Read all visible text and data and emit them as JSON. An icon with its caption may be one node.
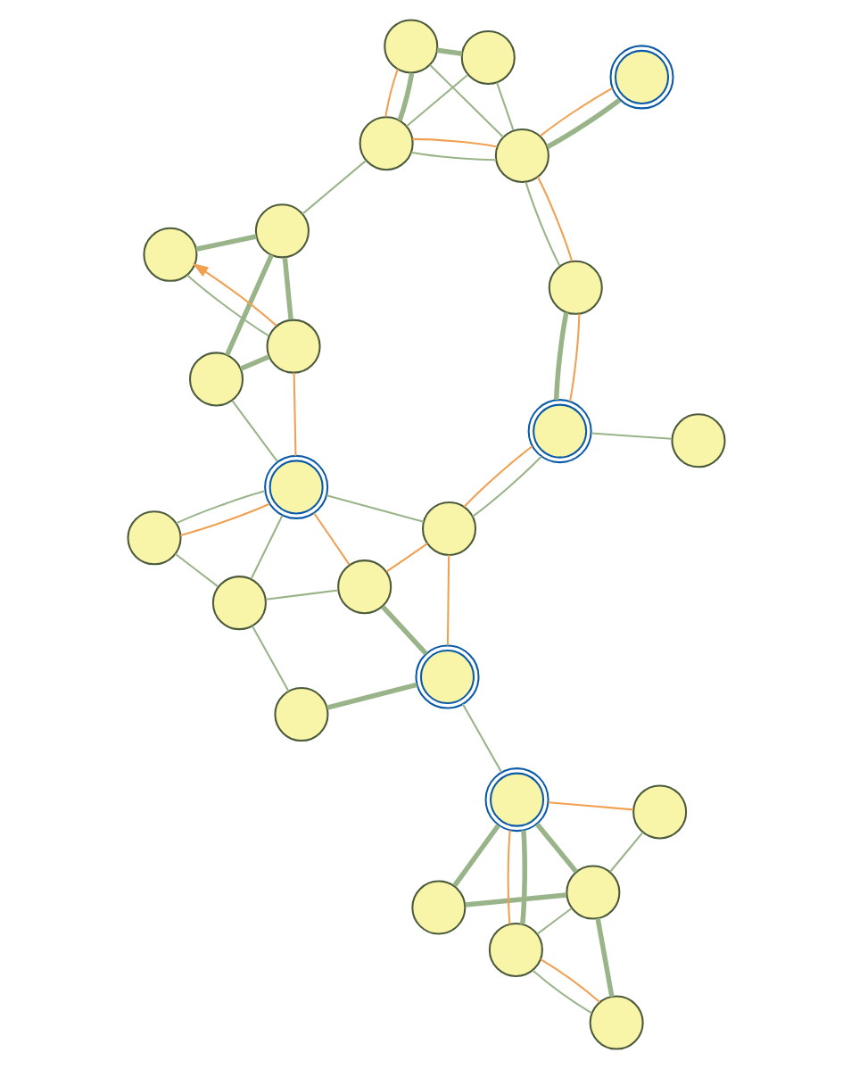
{
  "diagram": {
    "nodes": [
      {
        "text": [],
        "shape": "circle"
      },
      {
        "text": [],
        "shape": "circle"
      },
      {
        "text": [],
        "shape": "circle"
      },
      {
        "text": [],
        "shape": "circle"
      },
      {
        "text": [],
        "shape": "circle"
      },
      {
        "text": [],
        "shape": "circle"
      },
      {
        "text": [],
        "shape": "circle"
      },
      {
        "text": [],
        "shape": "circle"
      },
      {
        "text": [],
        "shape": "circle"
      },
      {
        "text": [],
        "shape": "circle"
      },
      {
        "text": [],
        "shape": "circle"
      },
      {
        "text": [],
        "shape": "circle"
      },
      {
        "text": [],
        "shape": "circle"
      },
      {
        "text": [],
        "shape": "circle"
      },
      {
        "text": [],
        "shape": "circle"
      },
      {
        "text": [],
        "shape": "circle"
      },
      {
        "text": [],
        "shape": "circle"
      },
      {
        "text": [],
        "shape": "circle"
      },
      {
        "text": [],
        "shape": "circle"
      },
      {
        "text": [],
        "shape": "circle"
      },
      {
        "text": [],
        "shape": "circle"
      },
      {
        "text": [],
        "shape": "circle"
      },
      {
        "text": [],
        "shape": "circle"
      },
      {
        "text": [],
        "shape": "circle"
      },
      {
        "text": [],
        "shape": "circle"
      }
    ],
    "edges": [
      {
        "from": 0,
        "to": 5,
        "arrow": "none",
        "style": "thick"
      },
      {
        "from": 0,
        "to": 1,
        "arrow": "none",
        "style": "thick"
      },
      {
        "from": 1,
        "to": 2,
        "arrow": "none"
      },
      {
        "from": 4,
        "to": 5,
        "arrow": "none"
      },
      {
        "from": 5,
        "to": 1,
        "arrow": "none",
        "style": "thick"
      },
      {
        "from": 1,
        "to": 8,
        "arrow": "none",
        "style": "thick"
      },
      {
        "from": 5,
        "to": 7,
        "arrow": "none",
        "style": "thick"
      },
      {
        "from": 5,
        "to": 8,
        "arrow": "none"
      },
      {
        "from": 7,
        "to": 8,
        "arrow": "none"
      },
      {
        "from": 2,
        "to": 3,
        "arrow": "none",
        "style": "thick"
      },
      {
        "from": 2,
        "to": 6,
        "arrow": "none",
        "style": "thick"
      },
      {
        "from": 3,
        "to": 11,
        "arrow": "none"
      },
      {
        "from": 6,
        "to": 11,
        "arrow": "none"
      },
      {
        "from": 10,
        "to": 11,
        "arrow": "none"
      },
      {
        "from": 10,
        "to": 14,
        "arrow": "none"
      },
      {
        "from": 11,
        "to": 14,
        "arrow": "none"
      },
      {
        "from": 9,
        "to": 14,
        "arrow": "none"
      },
      {
        "from": 12,
        "to": 9,
        "arrow": "none"
      },
      {
        "from": 12,
        "to": 13,
        "arrow": "none",
        "style": "thick"
      },
      {
        "from": 12,
        "to": 15,
        "arrow": "none"
      },
      {
        "from": 13,
        "to": 17,
        "arrow": "none"
      },
      {
        "from": 16,
        "to": 17,
        "arrow": "none",
        "style": "thick"
      },
      {
        "from": 17,
        "to": 18,
        "arrow": "none"
      },
      {
        "from": 17,
        "to": 21,
        "arrow": "none"
      },
      {
        "from": 17,
        "to": 20,
        "arrow": "none"
      },
      {
        "from": 18,
        "to": 20,
        "arrow": "none"
      },
      {
        "from": 18,
        "to": 21,
        "arrow": "none",
        "style": "thick"
      },
      {
        "from": 21,
        "to": 20,
        "arrow": "none",
        "style": "thick"
      },
      {
        "from": 20,
        "to": 22,
        "arrow": "none"
      },
      {
        "from": 14,
        "to": 19,
        "arrow": "none"
      },
      {
        "from": 19,
        "to": 22,
        "arrow": "none",
        "style": "thick"
      },
      {
        "from": 19,
        "to": 23,
        "arrow": "none",
        "style": "thick"
      },
      {
        "from": 22,
        "to": 23,
        "arrow": "none",
        "style": "thick"
      },
      {
        "from": 22,
        "to": 24,
        "arrow": "none",
        "style": "thick"
      },
      {
        "from": 23,
        "to": 24,
        "arrow": "none"
      },
      {
        "from": 4,
        "to": 1,
        "arrow": "none",
        "color": "#f0a050"
      },
      {
        "from": 1,
        "to": 8,
        "arrow": "none",
        "color": "#f0a050"
      },
      {
        "from": 8,
        "to": 7,
        "arrow": "none",
        "color": "#f0a050"
      },
      {
        "from": 2,
        "to": 9,
        "arrow": "none",
        "color": "#f0a050"
      },
      {
        "from": 9,
        "to": 3,
        "arrow": "none",
        "color": "#f0a050"
      },
      {
        "from": 9,
        "to": 12,
        "arrow": "none",
        "color": "#f0a050"
      },
      {
        "from": 12,
        "to": 13,
        "arrow": "none",
        "color": "#f0a050"
      },
      {
        "from": 13,
        "to": 17,
        "arrow": "none",
        "color": "#f0a050"
      },
      {
        "from": 16,
        "to": 17,
        "arrow": "none",
        "color": "#f0a050"
      },
      {
        "from": 17,
        "to": 20,
        "arrow": "none",
        "color": "#f0a050"
      },
      {
        "from": 20,
        "to": 21,
        "arrow": "none",
        "color": "#f0a050"
      },
      {
        "from": 3,
        "to": 14,
        "arrow": "none",
        "color": "#f0a050"
      },
      {
        "from": 10,
        "to": 14,
        "arrow": "none",
        "color": "#f0a050"
      },
      {
        "from": 14,
        "to": 23,
        "arrow": "none",
        "color": "#f0a050"
      },
      {
        "from": 23,
        "to": 24,
        "arrow": "to",
        "color": "#f0a050"
      }
    ]
  }
}
